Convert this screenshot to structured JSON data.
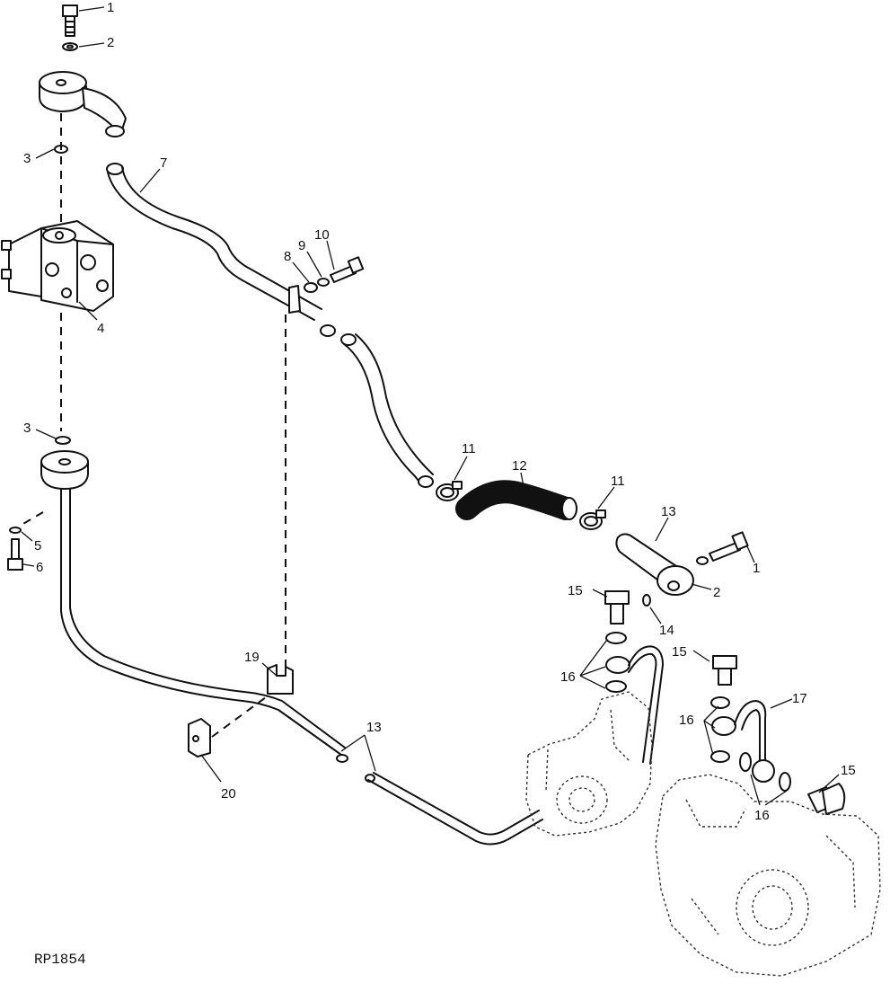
{
  "reference": "RP1854",
  "callouts": [
    "1",
    "2",
    "3",
    "4",
    "5",
    "6",
    "7",
    "8",
    "9",
    "10",
    "11",
    "12",
    "13",
    "14",
    "15",
    "16",
    "17",
    "19",
    "20"
  ]
}
